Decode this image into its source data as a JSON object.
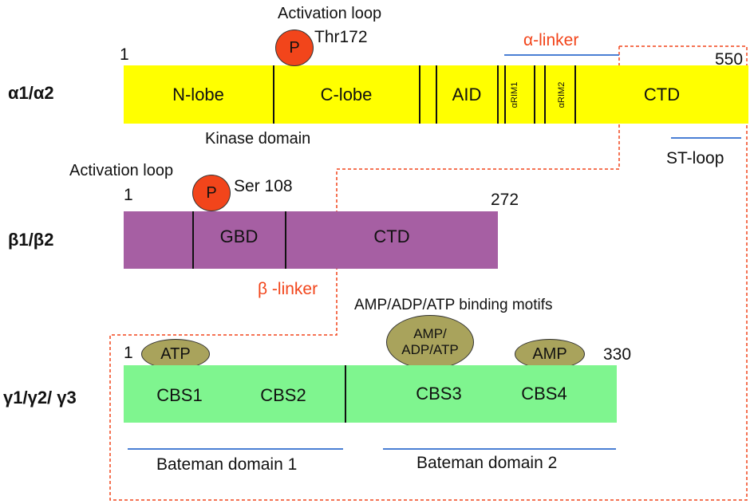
{
  "alpha": {
    "label": "α1/α2",
    "start": "1",
    "end": "550",
    "color": "#ffff00",
    "domains": {
      "nlobe": "N-lobe",
      "clobe": "C-lobe",
      "aid": "AID",
      "arim1": "αRIM1",
      "arim2": "αRIM2",
      "ctd": "CTD"
    },
    "activation_loop": "Activation loop",
    "phospho_site": "Thr172",
    "phospho_symbol": "P",
    "linker": "α-linker",
    "kinase_domain": "Kinase domain",
    "st_loop": "ST-loop"
  },
  "beta": {
    "label": "β1/β2",
    "start": "1",
    "end": "272",
    "color": "#a65fa3",
    "domains": {
      "gbd": "GBD",
      "ctd": "CTD"
    },
    "activation_loop": "Activation loop",
    "phospho_site": "Ser 108",
    "phospho_symbol": "P",
    "linker": "β -linker"
  },
  "gamma": {
    "label": "γ1/γ2/ γ3",
    "start": "1",
    "end": "330",
    "color": "#7ff58f",
    "domains": {
      "cbs1": "CBS1",
      "cbs2": "CBS2",
      "cbs3": "CBS3",
      "cbs4": "CBS4"
    },
    "binding_motifs": "AMP/ADP/ATP binding motifs",
    "atp": "ATP",
    "amp_adp_atp": "AMP/ ADP/ATP",
    "amp": "AMP",
    "bateman1": "Bateman domain 1",
    "bateman2": "Bateman domain 2"
  },
  "colors": {
    "phospho": "#f2451b",
    "nucleotide": "#a9a35c",
    "linker_text": "#f2451b",
    "annotation_line": "#4a7fd4",
    "connector": "#f2451b"
  }
}
